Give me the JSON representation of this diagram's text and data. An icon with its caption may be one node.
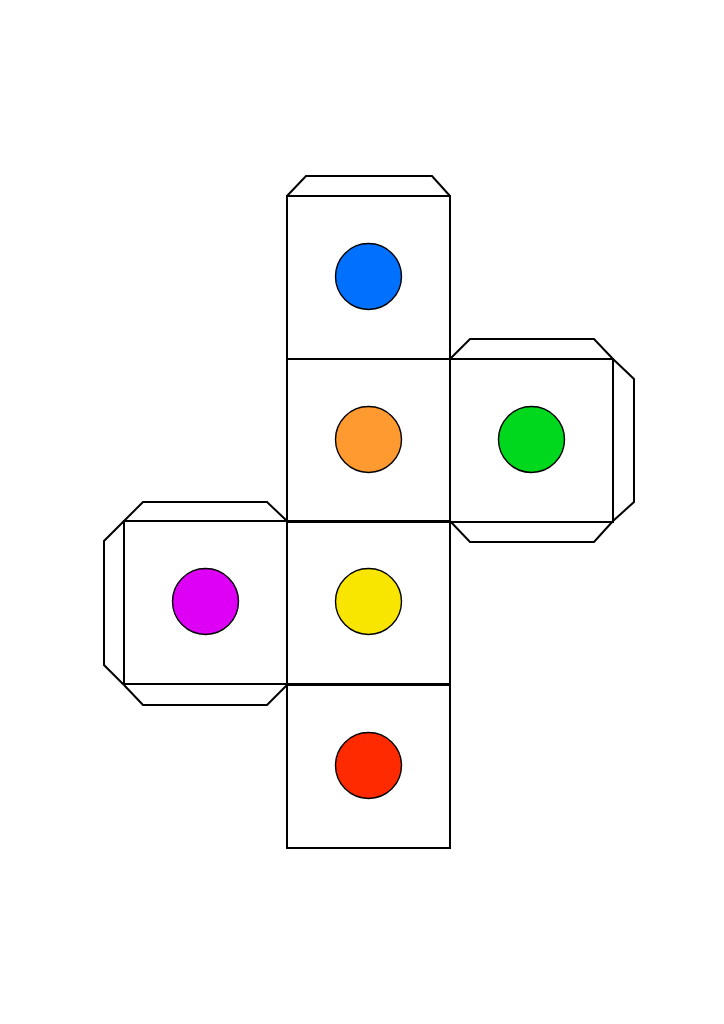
{
  "diagram": {
    "nodes": [
      {
        "text": [],
        "shape": "box"
      },
      {
        "text": [],
        "shape": "circle",
        "in": 0
      },
      {
        "text": [],
        "shape": "box"
      },
      {
        "text": [],
        "shape": "circle",
        "in": 2
      },
      {
        "text": [],
        "shape": "box"
      },
      {
        "text": [],
        "shape": "circle",
        "in": 4
      },
      {
        "text": [],
        "shape": "box"
      },
      {
        "text": [],
        "shape": "circle",
        "in": 6
      },
      {
        "text": [],
        "shape": "box"
      },
      {
        "text": [],
        "shape": "circle",
        "in": 8
      },
      {
        "text": [],
        "shape": "box"
      },
      {
        "text": [],
        "shape": "circle",
        "in": 10
      }
    ]
  }
}
